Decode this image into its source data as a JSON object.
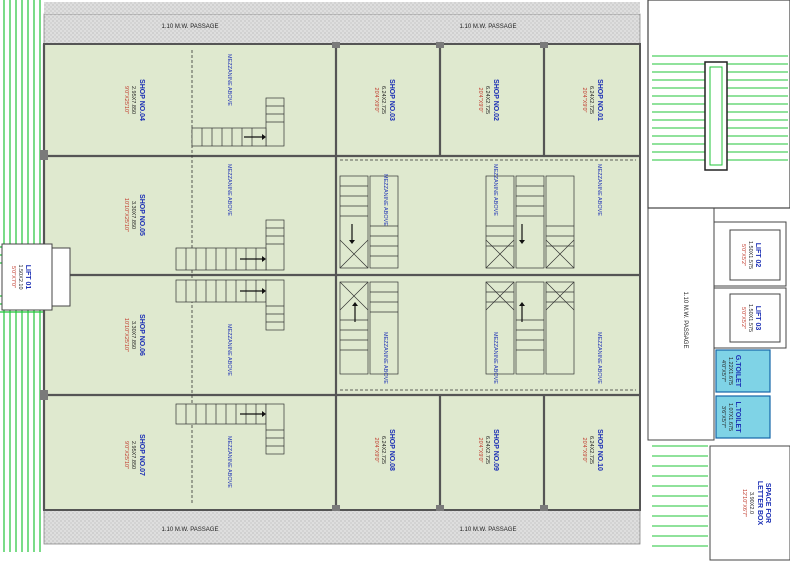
{
  "passages": {
    "top_left": "1.10 M.W. PASSAGE",
    "top_right": "1.10 M.W. PASSAGE",
    "bottom_left": "1.10 M.W. PASSAGE",
    "bottom_right": "1.10 M.W. PASSAGE",
    "right_vertical": "1.10 M.W. PASSAGE"
  },
  "mezzanine_label": "MEZZANINE ABOVE",
  "shops": [
    {
      "id": "shop-01",
      "title": "SHOP NO.01",
      "dim_m": "6.24X2.725",
      "dim_ft": "20'4\"X9'0\""
    },
    {
      "id": "shop-02",
      "title": "SHOP NO.02",
      "dim_m": "6.24X2.725",
      "dim_ft": "20'4\"X9'0\""
    },
    {
      "id": "shop-03",
      "title": "SHOP NO.03",
      "dim_m": "6.24X2.725",
      "dim_ft": "20'4\"X9'0\""
    },
    {
      "id": "shop-04",
      "title": "SHOP NO.04",
      "dim_m": "2.95X7.850",
      "dim_ft": "9'0\"X25'10\""
    },
    {
      "id": "shop-05",
      "title": "SHOP NO.05",
      "dim_m": "3.30X7.850",
      "dim_ft": "10'10\"X25'10\""
    },
    {
      "id": "shop-06",
      "title": "SHOP NO.06",
      "dim_m": "3.30X7.850",
      "dim_ft": "10'10\"X25'10\""
    },
    {
      "id": "shop-07",
      "title": "SHOP NO.07",
      "dim_m": "2.95X7.850",
      "dim_ft": "9'0\"X25'10\""
    },
    {
      "id": "shop-08",
      "title": "SHOP NO.08",
      "dim_m": "6.24X2.725",
      "dim_ft": "20'4\"X9'0\""
    },
    {
      "id": "shop-09",
      "title": "SHOP NO.09",
      "dim_m": "6.24X2.725",
      "dim_ft": "20'4\"X9'0\""
    },
    {
      "id": "shop-10",
      "title": "SHOP NO.10",
      "dim_m": "6.24X2.725",
      "dim_ft": "20'4\"X9'0\""
    }
  ],
  "lifts": [
    {
      "id": "lift-01",
      "title": "LIFT 01",
      "dim_m": "1.50X2.10",
      "dim_ft": "5'0\"X7'0\""
    },
    {
      "id": "lift-02",
      "title": "LIFT 02",
      "dim_m": "1.50X1.575",
      "dim_ft": "5'0\"X5'2\""
    },
    {
      "id": "lift-03",
      "title": "LIFT 03",
      "dim_m": "1.50X1.575",
      "dim_ft": "5'0\"X5'2\""
    }
  ],
  "toilets": [
    {
      "id": "g-toilet",
      "title": "G.TOILET",
      "dim_m": "1.22X1.675",
      "dim_ft": "4'0\"X5'7\""
    },
    {
      "id": "l-toilet",
      "title": "L.TOILET",
      "dim_m": "1.07X1.675",
      "dim_ft": "3'6\"X5'7\""
    }
  ],
  "letter_box": {
    "line1": "SPACE FOR",
    "line2": "LETTER BOX",
    "dim_m": "3.90X2.0",
    "dim_ft": "12'10\"X6'7\""
  },
  "colors": {
    "shop_fill": "#dfe9cf",
    "passage_fill": "#d8d8d8",
    "green_line": "#22c43a",
    "toilet_fill": "#7fd3e6",
    "title_blue": "#1b2fb5",
    "dim_red": "#c0392b"
  }
}
